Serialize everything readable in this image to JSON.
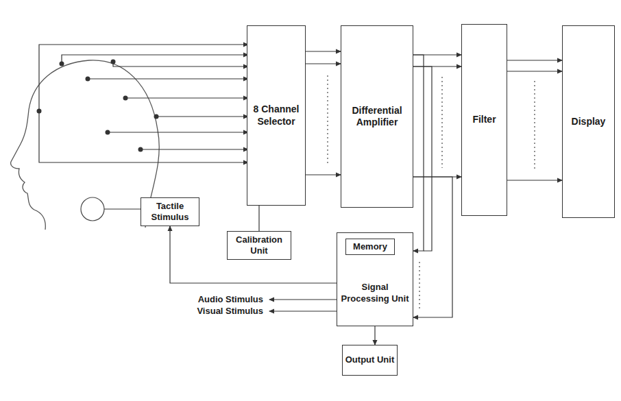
{
  "diagram": {
    "nodes": [
      {
        "text": [
          "8 Channel Selector"
        ]
      },
      {
        "text": [
          "Differential Amplifier"
        ]
      },
      {
        "text": [
          "Filter"
        ]
      },
      {
        "text": [
          "Display"
        ]
      },
      {
        "text": [
          "Tactile Stimulus"
        ]
      },
      {
        "text": [
          "Calibration Unit"
        ]
      },
      {
        "text": [
          "Signal Processing Unit"
        ]
      },
      {
        "text": [
          "Memory"
        ],
        "in": 6
      },
      {
        "text": [
          "Output Unit"
        ]
      }
    ],
    "edges": [
      {
        "from": 0,
        "to": 1,
        "arrow": "to"
      },
      {
        "from": 1,
        "to": 2,
        "arrow": "to"
      },
      {
        "from": 2,
        "to": 3,
        "arrow": "to"
      },
      {
        "from": 1,
        "to": 6,
        "arrow": "to"
      },
      {
        "from": 6,
        "to": 4,
        "arrow": "to"
      },
      {
        "from": 6,
        "to": 8,
        "arrow": "to"
      },
      {
        "from": 5,
        "to": 0,
        "arrow": "none"
      }
    ],
    "labels": [
      "Audio Stimulus",
      "Visual Stimulus"
    ]
  }
}
